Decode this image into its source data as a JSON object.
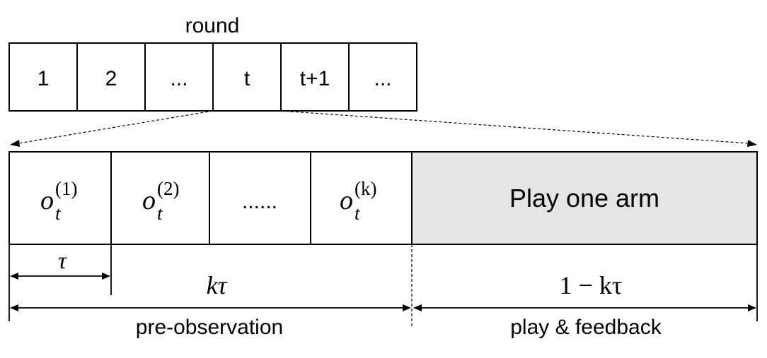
{
  "rounds": {
    "title": "round",
    "cells": [
      "1",
      "2",
      "...",
      "t",
      "t+1",
      "..."
    ]
  },
  "round_detail": {
    "observations": [
      {
        "base": "o",
        "subscript": "t",
        "superscript": "(1)"
      },
      {
        "base": "o",
        "subscript": "t",
        "superscript": "(2)"
      },
      {
        "ellipsis": "......"
      },
      {
        "base": "o",
        "subscript": "t",
        "superscript": "(k)"
      }
    ],
    "play_label": "Play one arm",
    "play_fill": "#e6e5e5"
  },
  "durations": {
    "tau": "τ",
    "k_tau": "kτ",
    "one_minus_k_tau": "1 − kτ"
  },
  "phases": {
    "pre_observation": "pre-observation",
    "play_feedback": "play & feedback"
  }
}
